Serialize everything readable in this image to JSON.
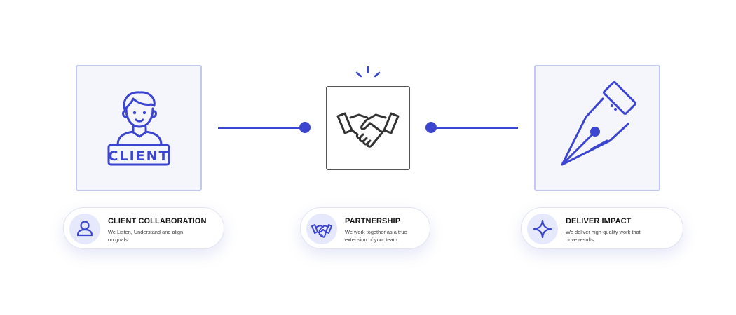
{
  "steps": [
    {
      "box_text": "CLIENT",
      "title": "CLIENT COLLABORATION",
      "description_line1": "We Listen, Understand and align",
      "description_line2": "on goals.",
      "illustration": "client-person-icon",
      "small_icon": "user-icon"
    },
    {
      "title": "PARTNERSHIP",
      "description_line1": "We work together as a true",
      "description_line2": "extension of your team.",
      "illustration": "handshake-icon",
      "small_icon": "handshake-icon"
    },
    {
      "title": "DELIVER IMPACT",
      "description_line1": "We deliver high-quality work that",
      "description_line2": "drive results.",
      "illustration": "pen-nib-icon",
      "small_icon": "sparkle-icon"
    }
  ],
  "colors": {
    "accent": "#3b45d0",
    "box_background": "#f5f6fc",
    "box_border": "#c3c8ee",
    "icon_circle": "#e6e8fb",
    "handshake_stroke": "#333333"
  }
}
